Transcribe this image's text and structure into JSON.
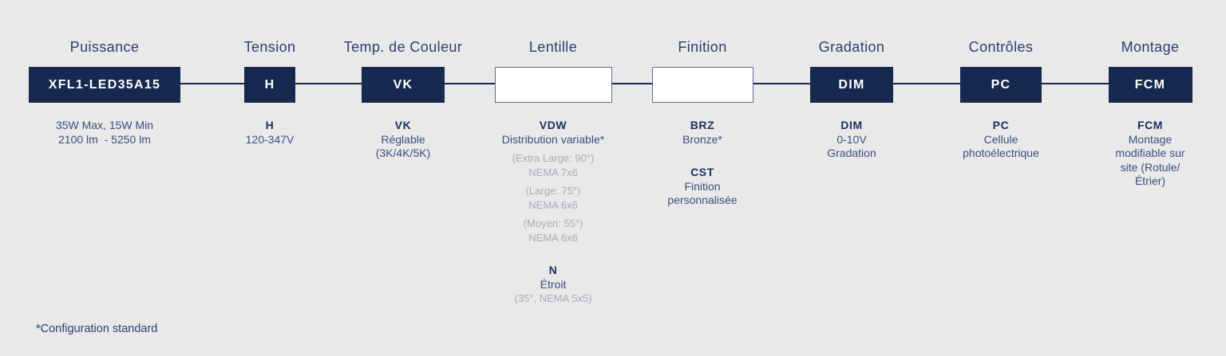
{
  "colors": {
    "background": "#e9e9ea",
    "box_navy": "#16294e",
    "header_text": "#2b4170",
    "body_text": "#3a4f7d",
    "bold_text": "#1c2f5c",
    "gray_text": "#a8acb4",
    "outline_box_border": "#5c6e96"
  },
  "footnote": "*Configuration standard",
  "columns": [
    {
      "header": "Puissance",
      "box_label": "XFL1-LED35A15",
      "box_style": "filled",
      "lines": [
        "35W Max, 15W Min",
        "2100 lm  - 5250 lm"
      ]
    },
    {
      "header": "Tension",
      "box_label": "H",
      "box_style": "filled",
      "lines": [
        "H",
        "120-347V"
      ]
    },
    {
      "header": "Temp. de Couleur",
      "box_label": "VK",
      "box_style": "filled",
      "lines": [
        "VK",
        "Réglable",
        "(3K/4K/5K)"
      ]
    },
    {
      "header": "Lentille",
      "box_label": "",
      "box_style": "outline",
      "lines": [
        "VDW",
        "Distribution variable*",
        "(Extra Large: 90°)",
        "NEMA 7x6",
        "(Large: 75°)",
        "NEMA 6x6",
        "(Moyen: 55°)",
        "NEMA 6x6",
        "N",
        "Étroit",
        "(35°, NEMA 5x5)"
      ]
    },
    {
      "header": "Finition",
      "box_label": "",
      "box_style": "outline",
      "lines": [
        "BRZ",
        "Bronze*",
        "CST",
        "Finition",
        "personnalisée"
      ]
    },
    {
      "header": "Gradation",
      "box_label": "DIM",
      "box_style": "filled",
      "lines": [
        "DIM",
        "0-10V",
        "Gradation"
      ]
    },
    {
      "header": "Contrôles",
      "box_label": "PC",
      "box_style": "filled",
      "lines": [
        "PC",
        "Cellule",
        "photoélectrique"
      ]
    },
    {
      "header": "Montage",
      "box_label": "FCM",
      "box_style": "filled",
      "lines": [
        "FCM",
        "Montage",
        "modifiable sur",
        "site (Rotule/",
        "Étrier)"
      ]
    }
  ]
}
